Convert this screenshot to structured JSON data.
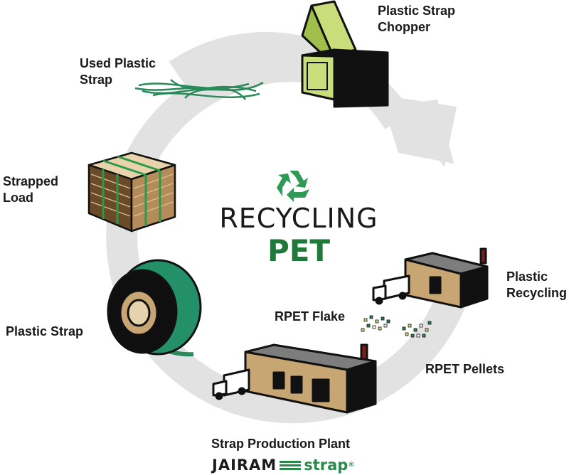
{
  "center": {
    "line1": "RECYCLING",
    "line2": "PET"
  },
  "labels": {
    "used_strap": [
      "Used Plastic",
      "Strap"
    ],
    "chopper": [
      "Plastic Strap",
      "Chopper"
    ],
    "strapped_load": [
      "Strapped",
      "Load"
    ],
    "plastic_strap": "Plastic Strap",
    "plastic_recycling": [
      "Plastic",
      "Recycling"
    ],
    "rpet_flake": "RPET Flake",
    "rpet_pellets": "RPET Pellets",
    "strap_plant": "Strap Production Plant"
  },
  "brand": {
    "part1": "JAIRAM",
    "part2": "strap",
    "mark": "®"
  },
  "colors": {
    "arrow": "#e2e2e2",
    "green": "#1f7a3a",
    "strap_green": "#2a8a5a",
    "chopper_green": "#c9dd7a",
    "building_tan": "#c8a674",
    "roof_gray": "#7d7d7d",
    "dark": "#111111"
  }
}
